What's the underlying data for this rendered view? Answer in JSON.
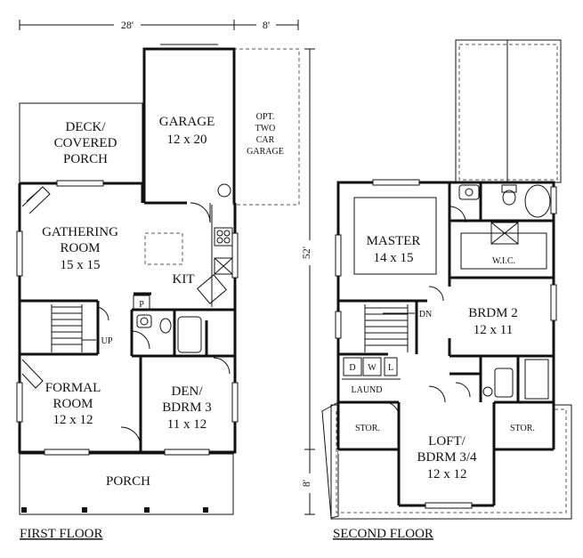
{
  "first_floor": {
    "caption": "FIRST FLOOR",
    "dim_width": "28'",
    "dim_opt": "8'",
    "dim_depth": "52'",
    "dim_porch": "8'",
    "deck_line1": "DECK/",
    "deck_line2": "COVERED",
    "deck_line3": "PORCH",
    "garage_name": "GARAGE",
    "garage_size": "12 x 20",
    "opt_line1": "OPT.",
    "opt_line2": "TWO",
    "opt_line3": "CAR",
    "opt_line4": "GARAGE",
    "gathering_line1": "GATHERING",
    "gathering_line2": "ROOM",
    "gathering_size": "15 x 15",
    "kit": "KIT",
    "pantry": "P",
    "up": "UP",
    "formal_line1": "FORMAL",
    "formal_line2": "ROOM",
    "formal_size": "12 x 12",
    "den_line1": "DEN/",
    "den_line2": "BDRM 3",
    "den_size": "11 x 12",
    "porch": "PORCH"
  },
  "second_floor": {
    "caption": "SECOND FLOOR",
    "master_name": "MASTER",
    "master_size": "14 x 15",
    "wic": "W.I.C.",
    "dn": "DN",
    "brdm2_name": "BRDM 2",
    "brdm2_size": "12 x 11",
    "d": "D",
    "w": "W",
    "l": "L",
    "laund": "LAUND",
    "stor_left": "STOR.",
    "stor_right": "STOR.",
    "loft_line1": "LOFT/",
    "loft_line2": "BDRM 3/4",
    "loft_size": "12 x 12"
  }
}
